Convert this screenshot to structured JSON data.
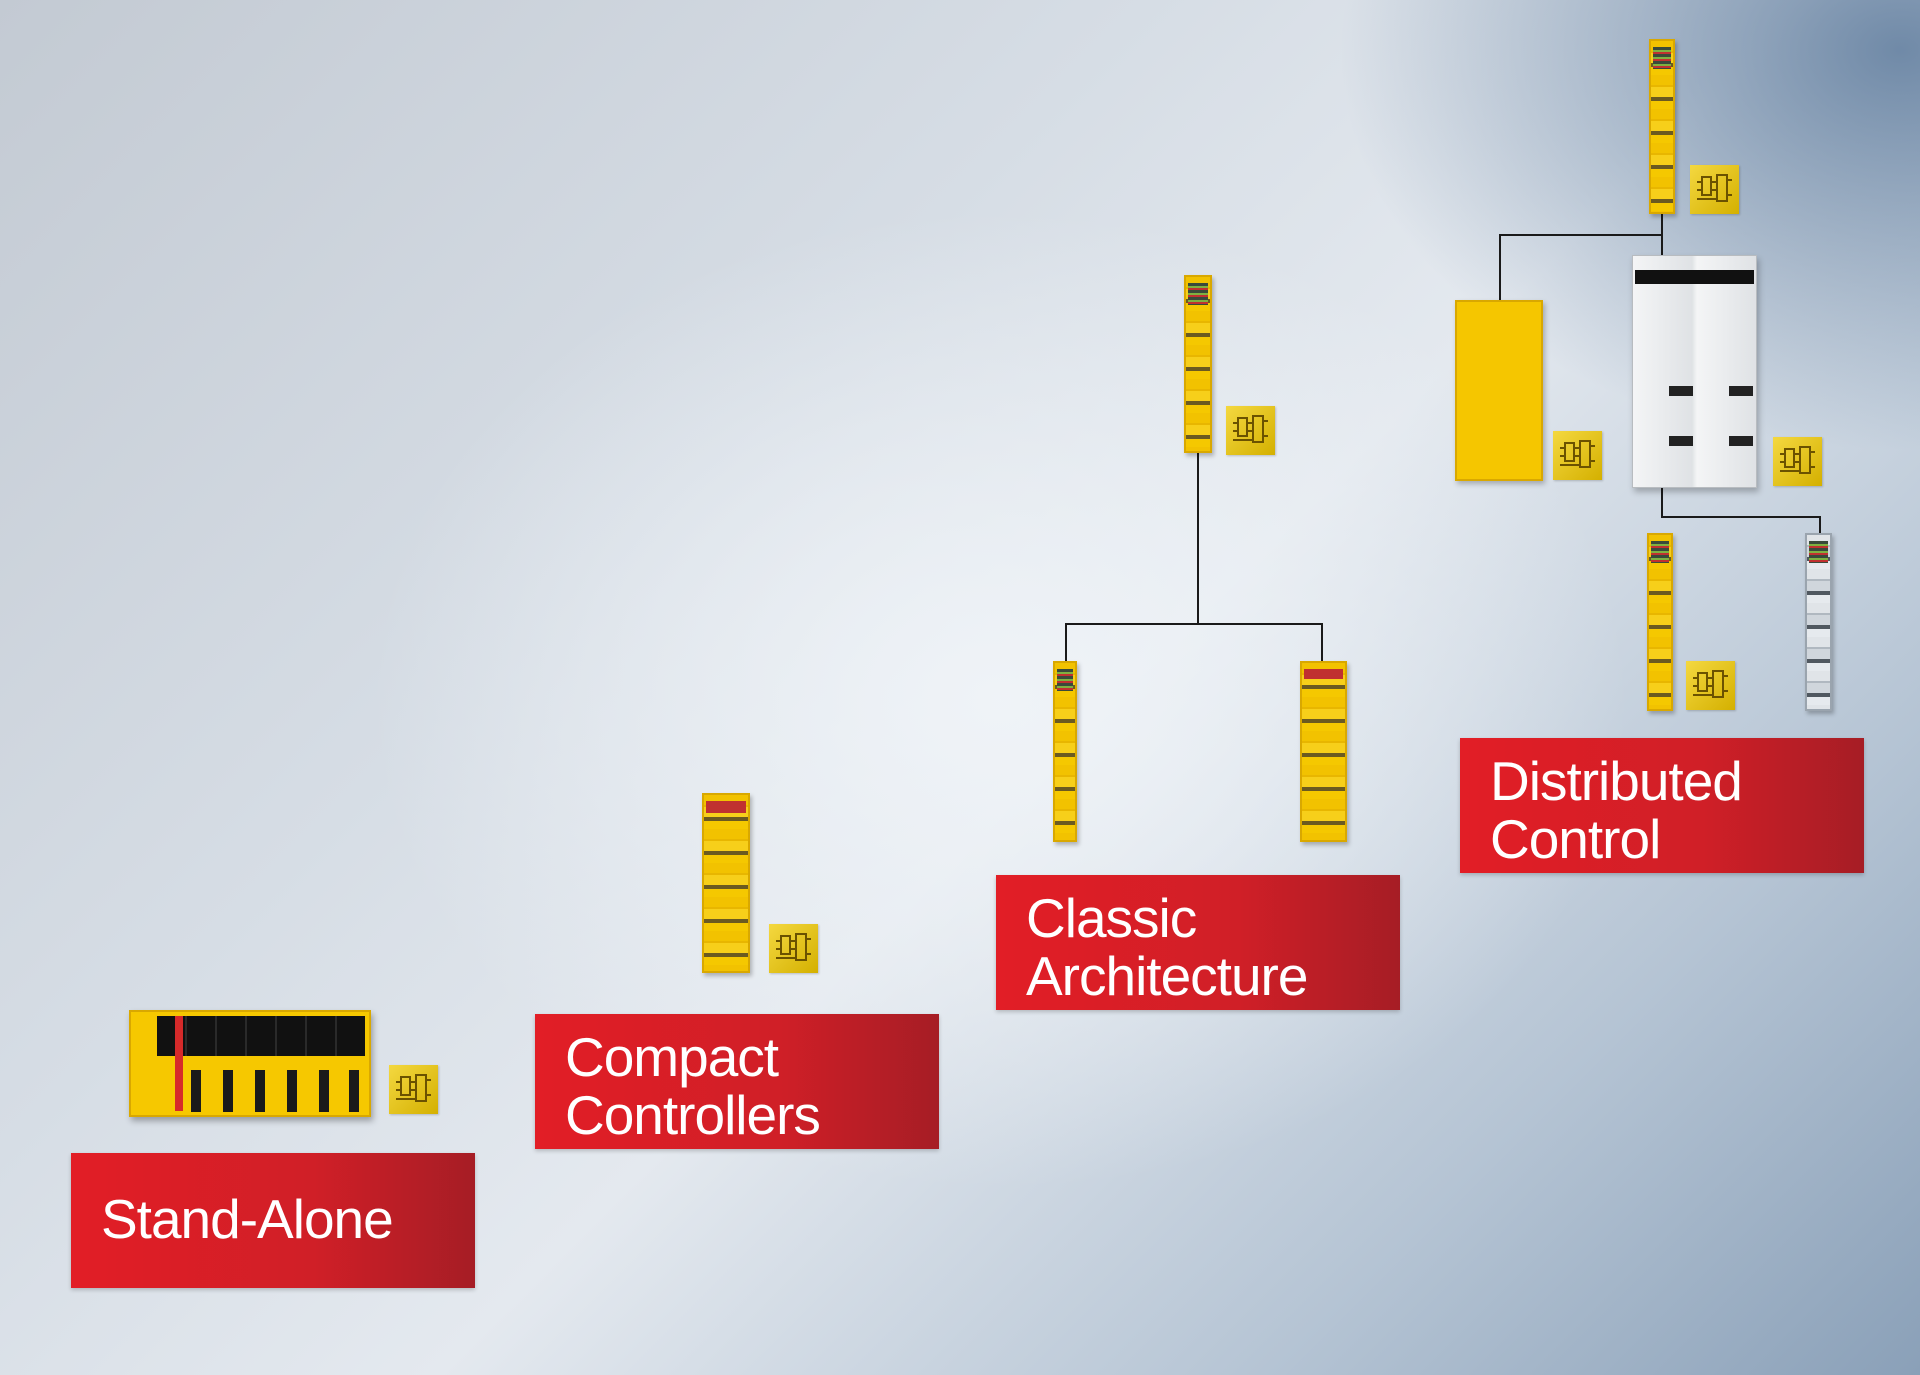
{
  "colors": {
    "label_red": "#e21e26",
    "label_red_dark": "#a61d25",
    "module_yellow": "#f5c600",
    "connector_line": "#1a1a1a"
  },
  "icons": {
    "logic": "twinsafe-logic-icon"
  },
  "tiers": [
    {
      "label_lines": [
        "Stand-Alone"
      ]
    },
    {
      "label_lines": [
        "Compact",
        "Controllers"
      ]
    },
    {
      "label_lines": [
        "Classic",
        "Architecture"
      ]
    },
    {
      "label_lines": [
        "Distributed",
        "Control"
      ]
    }
  ]
}
